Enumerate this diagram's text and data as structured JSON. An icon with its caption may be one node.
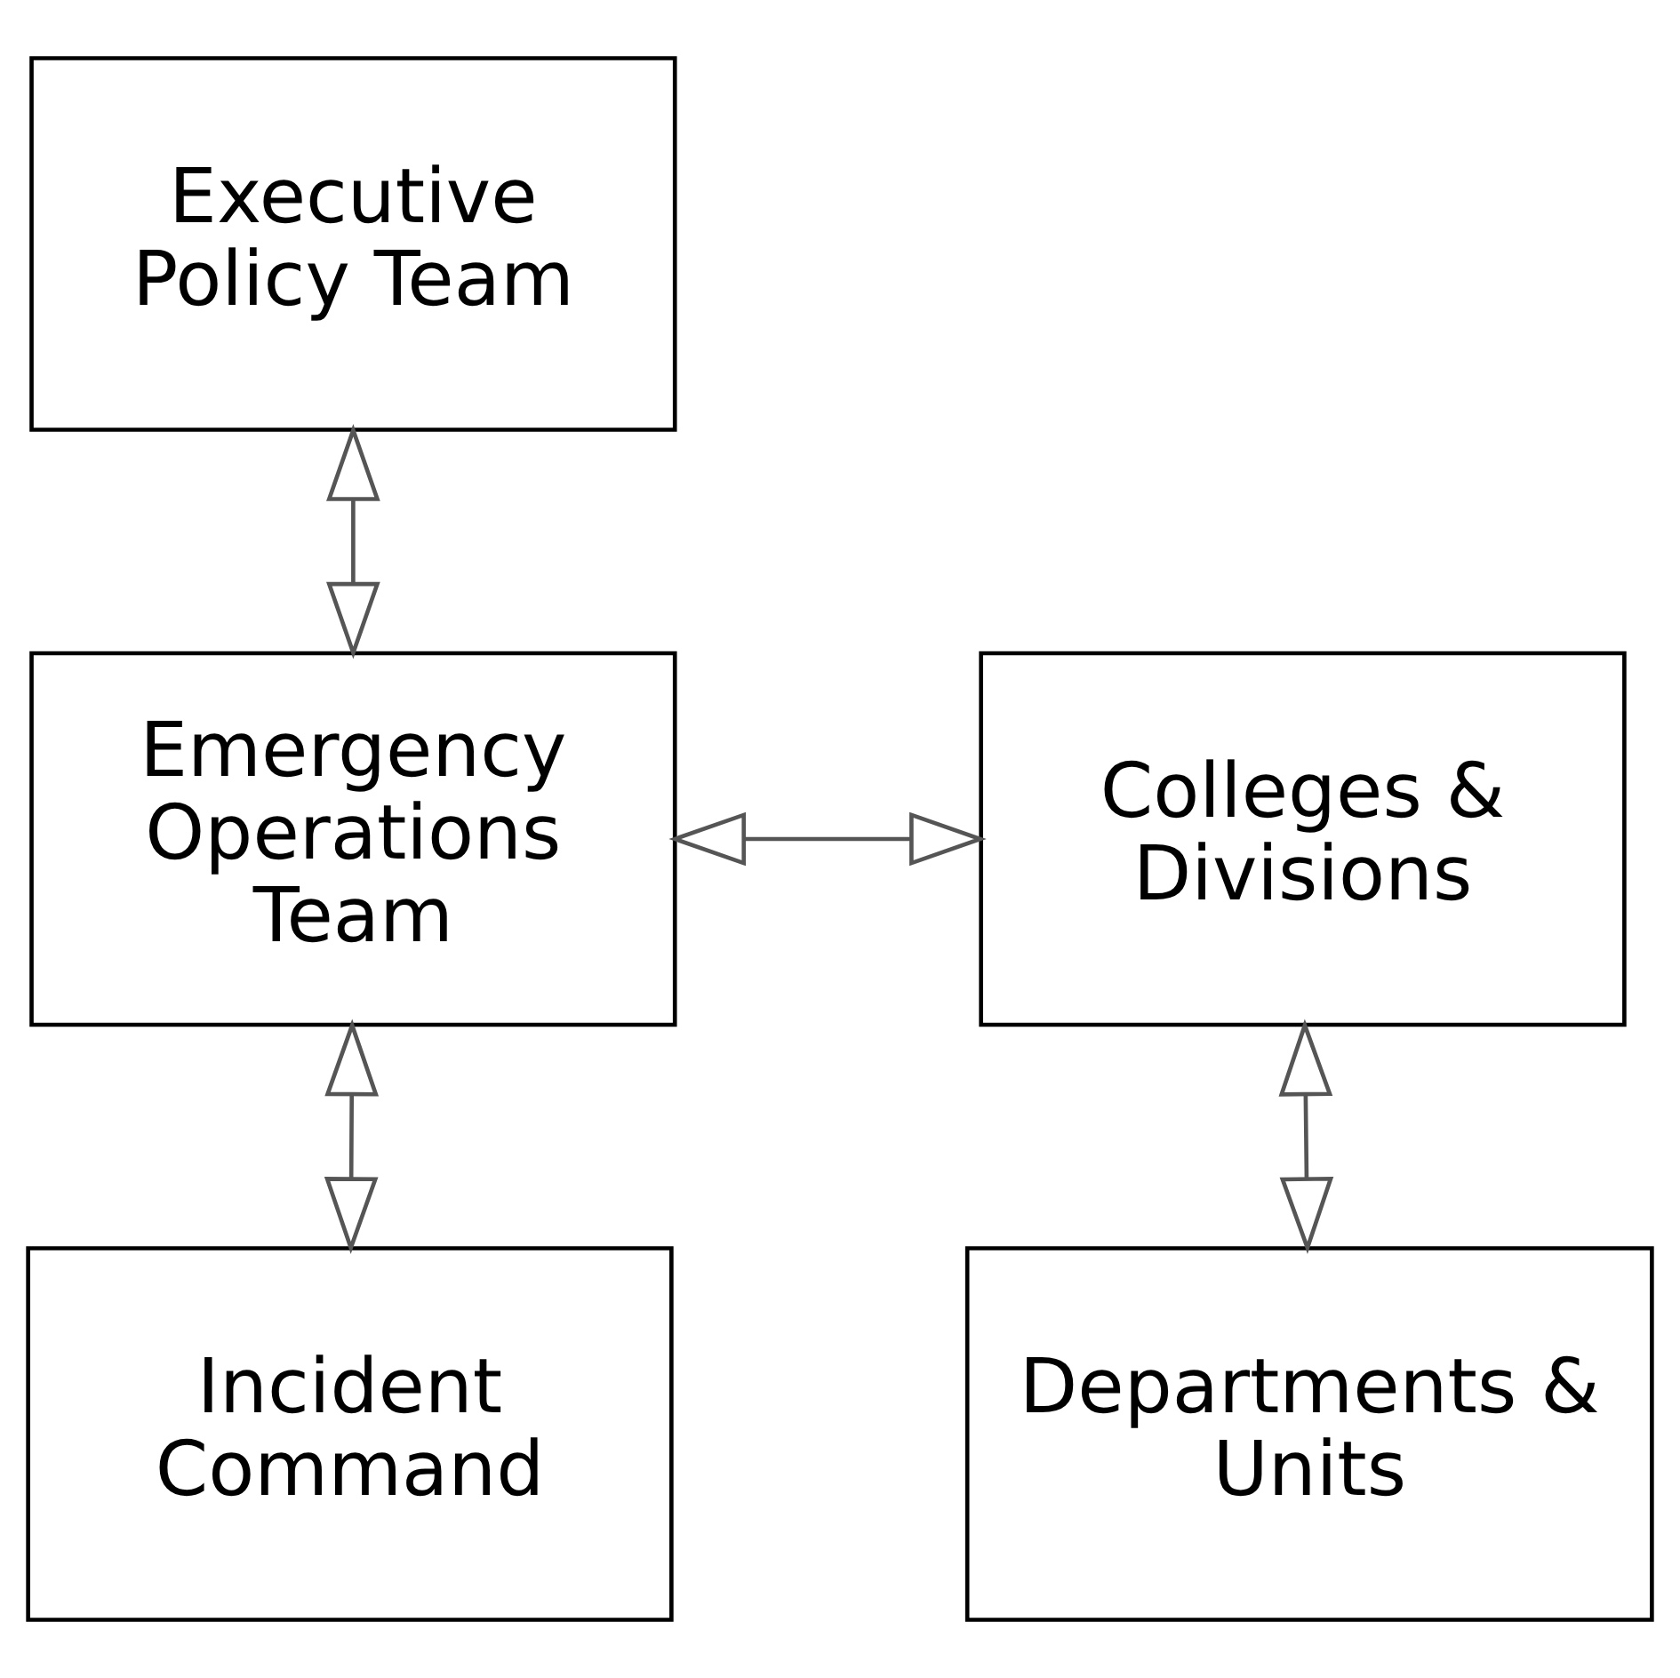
{
  "diagram": {
    "nodes": [
      {
        "text": [
          "Executive Policy Team"
        ]
      },
      {
        "text": [
          "Emergency Operations Team"
        ]
      },
      {
        "text": [
          "Colleges & Divisions"
        ]
      },
      {
        "text": [
          "Incident Command"
        ]
      },
      {
        "text": [
          "Departments & Units"
        ]
      }
    ],
    "edges": [
      {
        "from": 0,
        "to": 1,
        "arrow": "both"
      },
      {
        "from": 1,
        "to": 2,
        "arrow": "both"
      },
      {
        "from": 1,
        "to": 3,
        "arrow": "both"
      },
      {
        "from": 2,
        "to": 4,
        "arrow": "both"
      }
    ]
  }
}
